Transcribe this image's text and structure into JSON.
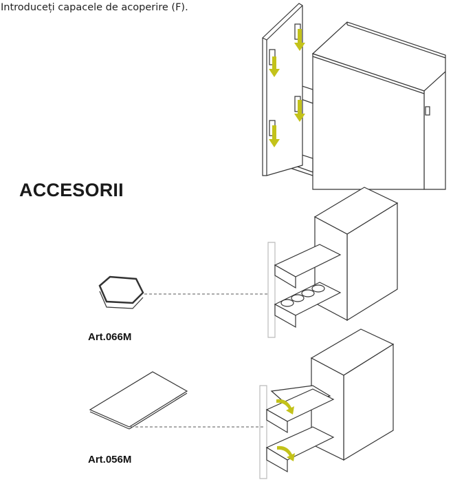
{
  "instruction": "Introduceți capacele de acoperire (F).",
  "section_title": "ACCESORII",
  "accessories": [
    {
      "label": "Art.066M"
    },
    {
      "label": "Art.056M"
    }
  ],
  "colors": {
    "arrow": "#c3c21a",
    "line": "#333333"
  }
}
